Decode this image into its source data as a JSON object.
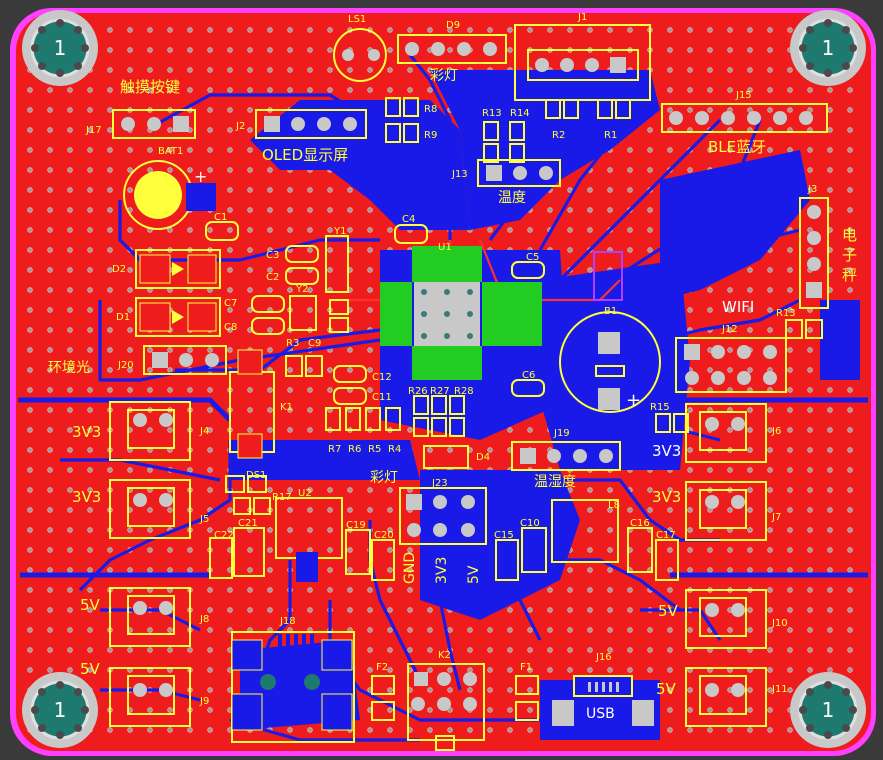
{
  "colors": {
    "board": "#ee1c1c",
    "copper_bottom": "#1a1ae8",
    "silkscreen": "#ffff3c",
    "pad": "#c8c8c8",
    "via": "#9aa0a0",
    "outline": "#ff40ff",
    "background": "#3a3a3a",
    "ic_green": "#22cc22"
  },
  "labels": {
    "ls1": "LS1",
    "d9": "D9",
    "j1": "J1",
    "caideng_top": "彩灯",
    "chumo": "触摸按键",
    "j17": "J17",
    "j2": "J2",
    "oled": "OLED显示屏",
    "r8": "R8",
    "r9": "R9",
    "r13": "R13",
    "r14": "R14",
    "r2": "R2",
    "r1": "R1",
    "j15": "J15",
    "ble": "BLE蓝牙",
    "bat1": "BAT1",
    "j13": "J13",
    "wendu": "温度",
    "c1": "C1",
    "c4": "C4",
    "u1": "U1",
    "y1": "Y1",
    "j3": "J3",
    "dianzicheng": "电子秤",
    "d2": "D2",
    "c3": "C3",
    "c2": "C2",
    "y2": "Y2",
    "c5": "C5",
    "d1": "D1",
    "c7": "C7",
    "c8": "C8",
    "c9": "C9",
    "r3": "R3",
    "b1": "B1",
    "wifi": "WIFI",
    "r13b": "R13",
    "j12": "J12",
    "huanjingguang": "环境光",
    "j20": "J20",
    "c12": "C12",
    "c11": "C11",
    "r26": "R26",
    "r27": "R27",
    "r28": "R28",
    "c6": "C6",
    "k1": "K1",
    "r15": "R15",
    "j4": "J4",
    "v3a": "3V3",
    "r7": "R7",
    "r6": "R6",
    "r5": "R5",
    "r4": "R4",
    "j19": "J19",
    "d4": "D4",
    "caideng_mid": "彩灯",
    "wenshidu": "温湿度",
    "v3b": "3V3",
    "j6": "J6",
    "ds1": "DS1",
    "r17": "R17",
    "u2": "U2",
    "j23": "J23",
    "v3c": "3V3",
    "j5": "J5",
    "c21": "C21",
    "c19": "C19",
    "c10": "C10",
    "l8": "L8",
    "c16": "C16",
    "v3d": "3V3",
    "j7": "J7",
    "c22": "C22",
    "c20": "C20",
    "c15": "C15",
    "c17": "C17",
    "gnd": "GND",
    "pin3v3": "3V3",
    "pin5v": "5V",
    "v5a": "5V",
    "j8": "J8",
    "j18": "J18",
    "v5b": "5V",
    "j10": "J10",
    "f2": "F2",
    "k2": "K2",
    "f1": "F1",
    "j16": "J16",
    "v5c": "5V",
    "j9": "J9",
    "usb": "USB",
    "v5d": "5V",
    "j11": "J11",
    "hole_num": "1",
    "plus_bat": "+",
    "plus_b1": "+"
  }
}
